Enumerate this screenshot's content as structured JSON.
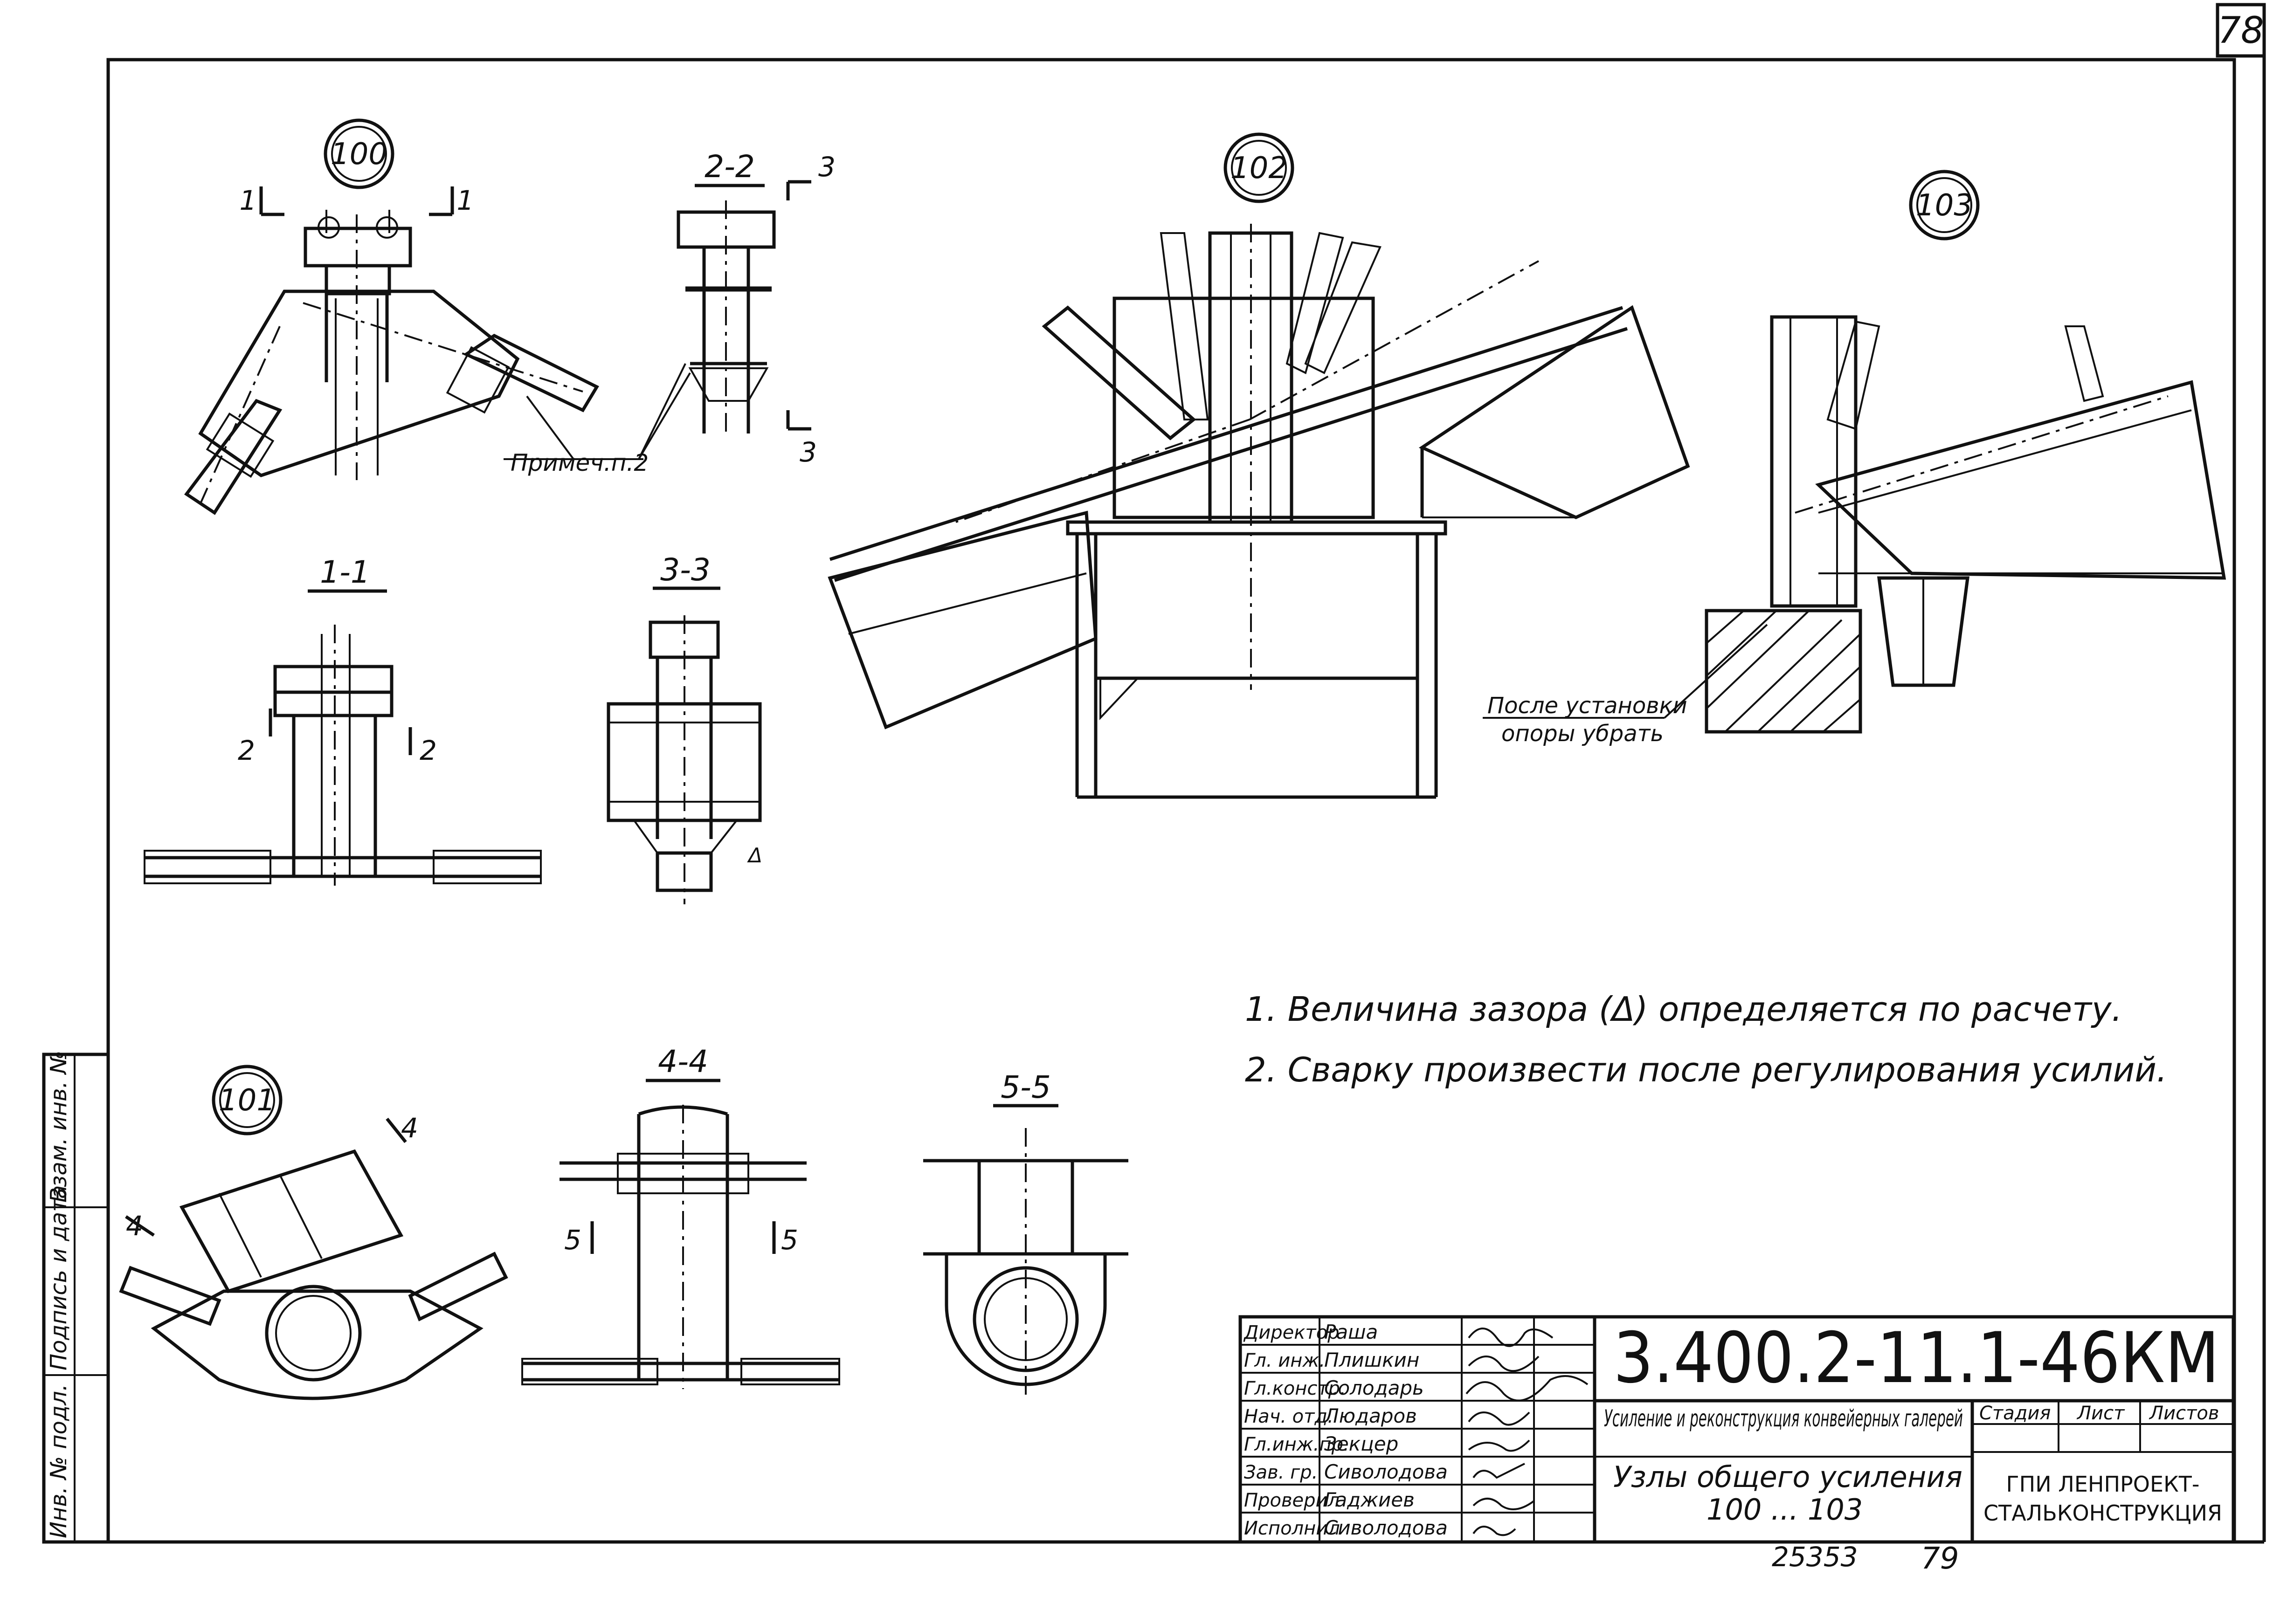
{
  "sheet_number": "78",
  "nodes": {
    "n100": "100",
    "n101": "101",
    "n102": "102",
    "n103": "103"
  },
  "sections": {
    "s11": "1-1",
    "s22": "2-2",
    "s33": "3-3",
    "s44": "4-4",
    "s55": "5-5"
  },
  "cut_marks": {
    "one": "1",
    "two": "2",
    "three": "3",
    "four": "4",
    "five": "5"
  },
  "callouts": {
    "note_ref": "Примеч.п.2",
    "remove_support_line1": "После установки",
    "remove_support_line2": "опоры убрать",
    "gap_symbol": "Δ"
  },
  "notes": [
    "1. Величина зазора (Δ) определяется по расчету.",
    "2. Сварку произвести после регулирования усилий."
  ],
  "side_stamp": {
    "inv_podl": "Инв. № подл.",
    "podpis": "Подпись и дата",
    "vzam": "Взам. инв. №"
  },
  "title_block": {
    "document_code": "3.400.2-11.1-46КМ",
    "title": "Усиление и реконструкция конвейерных галерей",
    "subtitle_line1": "Узлы общего усиления",
    "subtitle_line2": "100 ... 103",
    "stage_label": "Стадия",
    "sheet_label": "Лист",
    "sheets_label": "Листов",
    "org_line1": "ГПИ ЛЕНПРОЕКТ-",
    "org_line2": "СТАЛЬКОНСТРУКЦИЯ",
    "signers": [
      {
        "role": "Директор",
        "name": "Раша"
      },
      {
        "role": "Гл. инж.",
        "name": "Плишкин"
      },
      {
        "role": "Гл.констр.",
        "name": "Солодарь"
      },
      {
        "role": "Нач. отд.",
        "name": "Людаров"
      },
      {
        "role": "Гл.инж.пр.",
        "name": "Зекцер"
      },
      {
        "role": "Зав. гр.",
        "name": "Сиволодова"
      },
      {
        "role": "Проверил",
        "name": "Гаджиев"
      },
      {
        "role": "Исполнил",
        "name": "Сиволодова"
      }
    ]
  },
  "footer": {
    "archive_number": "25353",
    "page": "79"
  }
}
